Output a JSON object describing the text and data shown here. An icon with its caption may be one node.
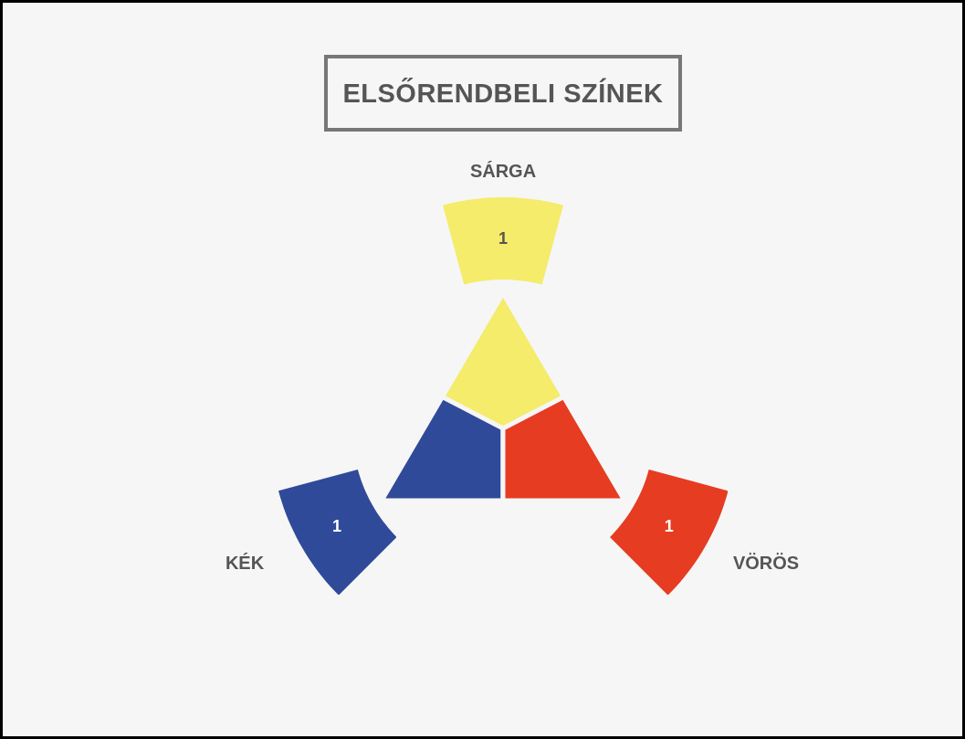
{
  "diagram": {
    "title": "ELSŐRENDBELI SZÍNEK",
    "nodes": [
      {
        "text": [
          "1"
        ],
        "beside": [
          "SÁRGA"
        ]
      },
      {
        "text": [
          "1"
        ],
        "beside": [
          "KÉK"
        ]
      },
      {
        "text": [
          "1"
        ],
        "beside": [
          "VÖRÖS"
        ]
      }
    ],
    "edges": []
  }
}
